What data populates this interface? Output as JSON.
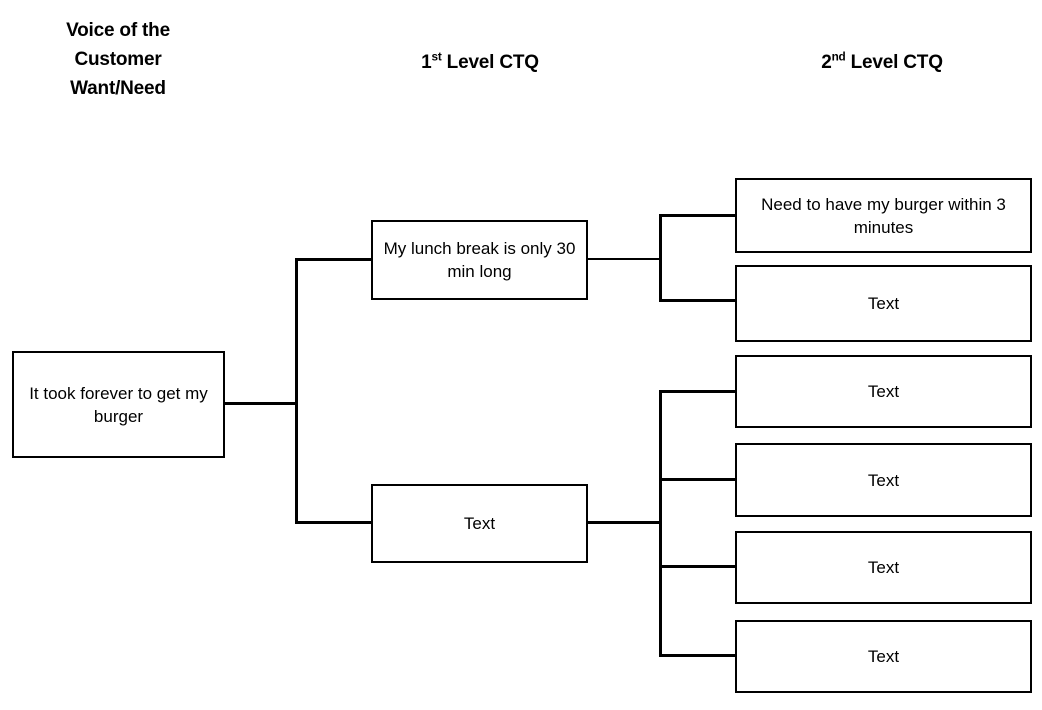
{
  "diagram": {
    "type": "ctq-tree",
    "background_color": "#ffffff",
    "line_color": "#000000",
    "headers": [
      {
        "id": "voc",
        "text": "Voice of the\nCustomer\nWant/Need"
      },
      {
        "id": "ctq1",
        "prefix": "1",
        "sup": "st",
        "suffix": " Level CTQ",
        "text": "1st Level CTQ"
      },
      {
        "id": "ctq2",
        "prefix": "2",
        "sup": "nd",
        "suffix": " Level CTQ",
        "text": "2nd Level CTQ"
      }
    ],
    "nodes": {
      "root": {
        "label": "It took forever to get my burger"
      },
      "level1": [
        {
          "id": "l1-a",
          "label": "My lunch break is only 30 min long"
        },
        {
          "id": "l1-b",
          "label": "Text"
        }
      ],
      "level2_top": [
        {
          "id": "l2-a",
          "label": "Need to have my burger within 3 minutes"
        },
        {
          "id": "l2-b",
          "label": "Text"
        }
      ],
      "level2_bottom": [
        {
          "id": "l2-c",
          "label": "Text"
        },
        {
          "id": "l2-d",
          "label": "Text"
        },
        {
          "id": "l2-e",
          "label": "Text"
        },
        {
          "id": "l2-f",
          "label": "Text"
        }
      ]
    }
  }
}
